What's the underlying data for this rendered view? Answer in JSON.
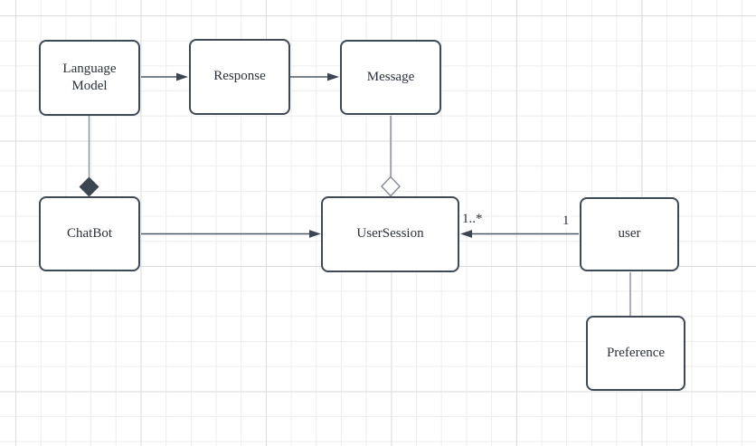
{
  "diagram": {
    "kind": "uml-class-diagram",
    "nodes": [
      {
        "id": "language-model",
        "label": "Language Model"
      },
      {
        "id": "response",
        "label": "Response"
      },
      {
        "id": "message",
        "label": "Message"
      },
      {
        "id": "chatbot",
        "label": "ChatBot"
      },
      {
        "id": "user-session",
        "label": "UserSession"
      },
      {
        "id": "user",
        "label": "user"
      },
      {
        "id": "preference",
        "label": "Preference"
      }
    ],
    "edges": [
      {
        "from": "language-model",
        "to": "response",
        "type": "directed-arrow"
      },
      {
        "from": "response",
        "to": "message",
        "type": "directed-arrow"
      },
      {
        "from": "language-model",
        "to": "chatbot",
        "type": "composition-filled-diamond"
      },
      {
        "from": "message",
        "to": "user-session",
        "type": "aggregation-hollow-diamond"
      },
      {
        "from": "chatbot",
        "to": "user-session",
        "type": "directed-arrow"
      },
      {
        "from": "user",
        "to": "user-session",
        "type": "directed-arrow",
        "source_multiplicity": "1",
        "target_multiplicity": "1..*"
      },
      {
        "from": "user",
        "to": "preference",
        "type": "plain-line"
      }
    ],
    "colors": {
      "node_border": "#3f4955",
      "node_fill": "#ffffff",
      "text": "#2b313a",
      "connector_horizontal": "#4e5863",
      "connector_vertical": "#8a9098",
      "arrowhead_fill": "#3d4551",
      "grid_minor": "#ededed",
      "grid_major": "#dcdcdc"
    }
  }
}
